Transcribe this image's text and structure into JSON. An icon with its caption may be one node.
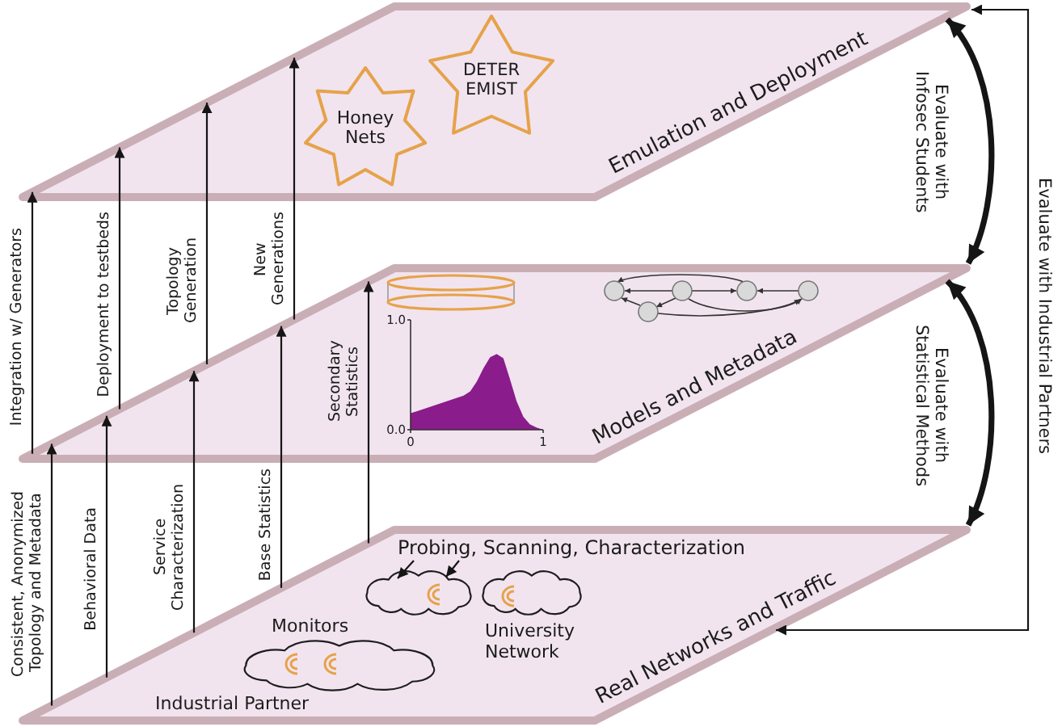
{
  "diagram": {
    "nodes": [
      {
        "text": [
          "Emulation and Deployment"
        ]
      },
      {
        "text": [
          "Honey Nets"
        ],
        "in": 0
      },
      {
        "text": [
          "DETER EMIST"
        ],
        "in": 0
      },
      {
        "text": [
          "Models and Metadata"
        ]
      },
      {
        "text": [
          "Real Networks and Traffic"
        ]
      },
      {
        "text": [
          "Probing, Scanning, Characterization"
        ],
        "in": 4
      },
      {
        "text": [],
        "shape": "cloud",
        "in": 4
      },
      {
        "text": [
          "University Network"
        ],
        "in": 4
      },
      {
        "text": [
          "Industrial Partner"
        ],
        "in": 4
      }
    ],
    "edges": [
      {
        "from": 4,
        "to": 3,
        "arrow": "to",
        "label": "Consistent, Anonymized Topology and Metadata"
      },
      {
        "from": 4,
        "to": 3,
        "arrow": "to",
        "label": "Behavioral Data"
      },
      {
        "from": 4,
        "to": 3,
        "arrow": "to",
        "label": "Service Characterization"
      },
      {
        "from": 4,
        "to": 3,
        "arrow": "to",
        "label": "Base Statistics"
      },
      {
        "from": 4,
        "to": 3,
        "arrow": "to",
        "label": "Secondary Statistics"
      },
      {
        "from": 3,
        "to": 0,
        "arrow": "to",
        "label": "Integration w/ Generators"
      },
      {
        "from": 3,
        "to": 0,
        "arrow": "to",
        "label": "Deployment to testbeds"
      },
      {
        "from": 3,
        "to": 0,
        "arrow": "to",
        "label": "Topology Generation"
      },
      {
        "from": 3,
        "to": 0,
        "arrow": "to",
        "label": "New Generations"
      },
      {
        "from": 0,
        "to": 3,
        "arrow": "both",
        "label": "Evaluate with Infosec Students",
        "style": "thick"
      },
      {
        "from": 3,
        "to": 4,
        "arrow": "both",
        "label": "Evaluate with Statistical Methods",
        "style": "thick"
      },
      {
        "from": 4,
        "to": 0,
        "arrow": "both",
        "label": "Evaluate with Industrial Partners"
      },
      {
        "from": 5,
        "to": 6,
        "arrow": "to"
      },
      {
        "from": 5,
        "to": 6,
        "arrow": "to"
      }
    ],
    "labels": [
      "Monitors"
    ],
    "chart_data": {
      "type": "area",
      "x": [
        0,
        0.05,
        0.1,
        0.15,
        0.2,
        0.25,
        0.3,
        0.35,
        0.4,
        0.45,
        0.5,
        0.55,
        0.6,
        0.65,
        0.7,
        0.75,
        0.8,
        0.85,
        0.9,
        0.95,
        1
      ],
      "series": [
        {
          "color": "#8b1c8b",
          "values": [
            0.15,
            0.17,
            0.19,
            0.21,
            0.23,
            0.25,
            0.27,
            0.29,
            0.31,
            0.35,
            0.44,
            0.56,
            0.66,
            0.69,
            0.65,
            0.46,
            0.26,
            0.12,
            0.05,
            0.02,
            0
          ]
        }
      ],
      "xlim": [
        0,
        1
      ],
      "ylim": [
        0,
        1
      ],
      "xticks": [
        0,
        1
      ],
      "yticks": [
        {
          "value": 0,
          "label": "0.0"
        },
        {
          "value": 1,
          "label": "1.0"
        }
      ]
    }
  }
}
